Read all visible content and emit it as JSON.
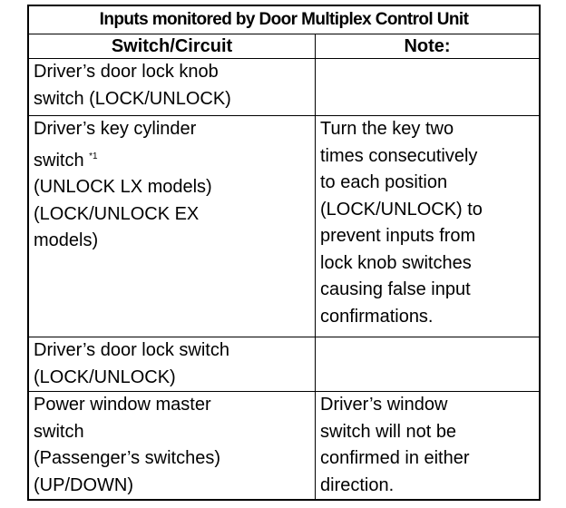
{
  "table": {
    "title": "Inputs monitored by Door Multiplex Control Unit",
    "headers": [
      "Switch/Circuit",
      "Note:"
    ],
    "rows": [
      {
        "switch": [
          "Driver’s door lock knob",
          "switch (LOCK/UNLOCK)"
        ],
        "note": []
      },
      {
        "switch": [
          "Driver’s key cylinder",
          "switch",
          "(UNLOCK LX models)",
          "(LOCK/UNLOCK EX",
          "models)"
        ],
        "footnote": "*1",
        "note": [
          "Turn the key two",
          "times consecutively",
          "to each position",
          "(LOCK/UNLOCK) to",
          "prevent inputs from",
          "lock knob switches",
          "causing false input",
          "confirmations."
        ]
      },
      {
        "switch": [
          "Driver’s door lock switch",
          "(LOCK/UNLOCK)"
        ],
        "note": []
      },
      {
        "switch": [
          "Power window master",
          "switch",
          "(Passenger’s switches)",
          "(UP/DOWN)"
        ],
        "note": [
          "Driver’s window",
          "switch will not be",
          "confirmed in either",
          "direction."
        ]
      }
    ]
  }
}
